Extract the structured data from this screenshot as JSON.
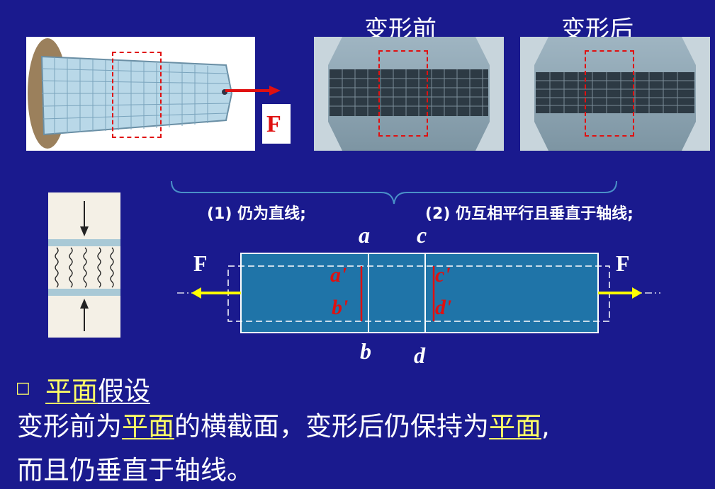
{
  "photos": {
    "before_label": "变形前",
    "after_label": "变形后",
    "force_label": "F"
  },
  "annotations": {
    "item1": "(1) 仍为直线;",
    "item2": "(2) 仍互相平行且垂直于轴线;"
  },
  "bar_diagram": {
    "force_left": "F",
    "force_right": "F",
    "top_a": "a",
    "top_c": "c",
    "bottom_b": "b",
    "bottom_d": "d",
    "a_prime": "a'",
    "b_prime": "b'",
    "c_prime": "c'",
    "d_prime": "d'"
  },
  "heading": {
    "bullet": "□",
    "highlight": "平面",
    "rest": "假设"
  },
  "body": {
    "line1_part1": "变形前为",
    "line1_hl1": "平面",
    "line1_part2": "的横截面，变形后仍保持为",
    "line1_hl2": "平面",
    "line1_part3": ",",
    "line2": "而且仍垂直于轴线。"
  },
  "colors": {
    "background": "#1a1a8e",
    "highlight": "#ffff66",
    "dashed_box": "#e01010",
    "bar_fill": "#1f74a8",
    "arrow": "#ffff00"
  }
}
